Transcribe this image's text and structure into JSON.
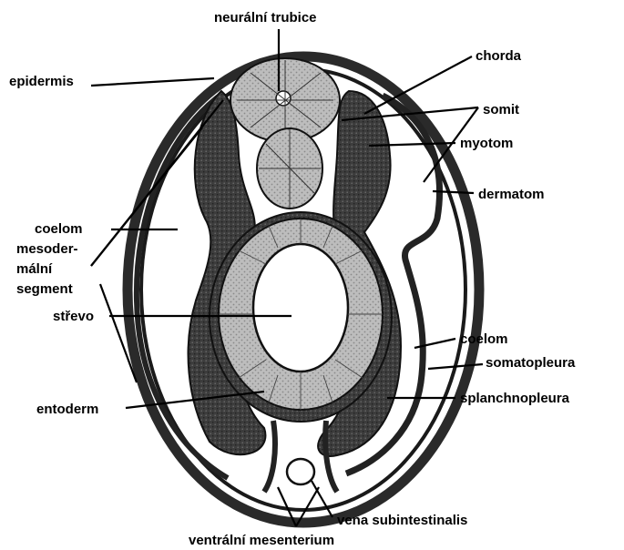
{
  "labels": {
    "neuralni_trubice": "neurální trubice",
    "epidermis": "epidermis",
    "chorda": "chorda",
    "somit": "somit",
    "myotom": "myotom",
    "dermatom": "dermatom",
    "coelom_left": "coelom",
    "mesoderm_line1": "mesoder-",
    "mesoderm_line2": "mální",
    "mesoderm_line3": "segment",
    "strevo": "střevo",
    "coelom_right": "coelom",
    "somatopleura": "somatopleura",
    "entoderm": "entoderm",
    "splanchnopleura": "splanchnopleura",
    "vena_subintestinalis": "vena subintestinalis",
    "ventralni_mesenterium": "ventrální mesenterium"
  },
  "colors": {
    "ink": "#000000",
    "dark_tissue": "#3a3a3a",
    "mid_tissue": "#7a7a7a",
    "light_tissue": "#b9b9b9",
    "paper": "#ffffff"
  }
}
